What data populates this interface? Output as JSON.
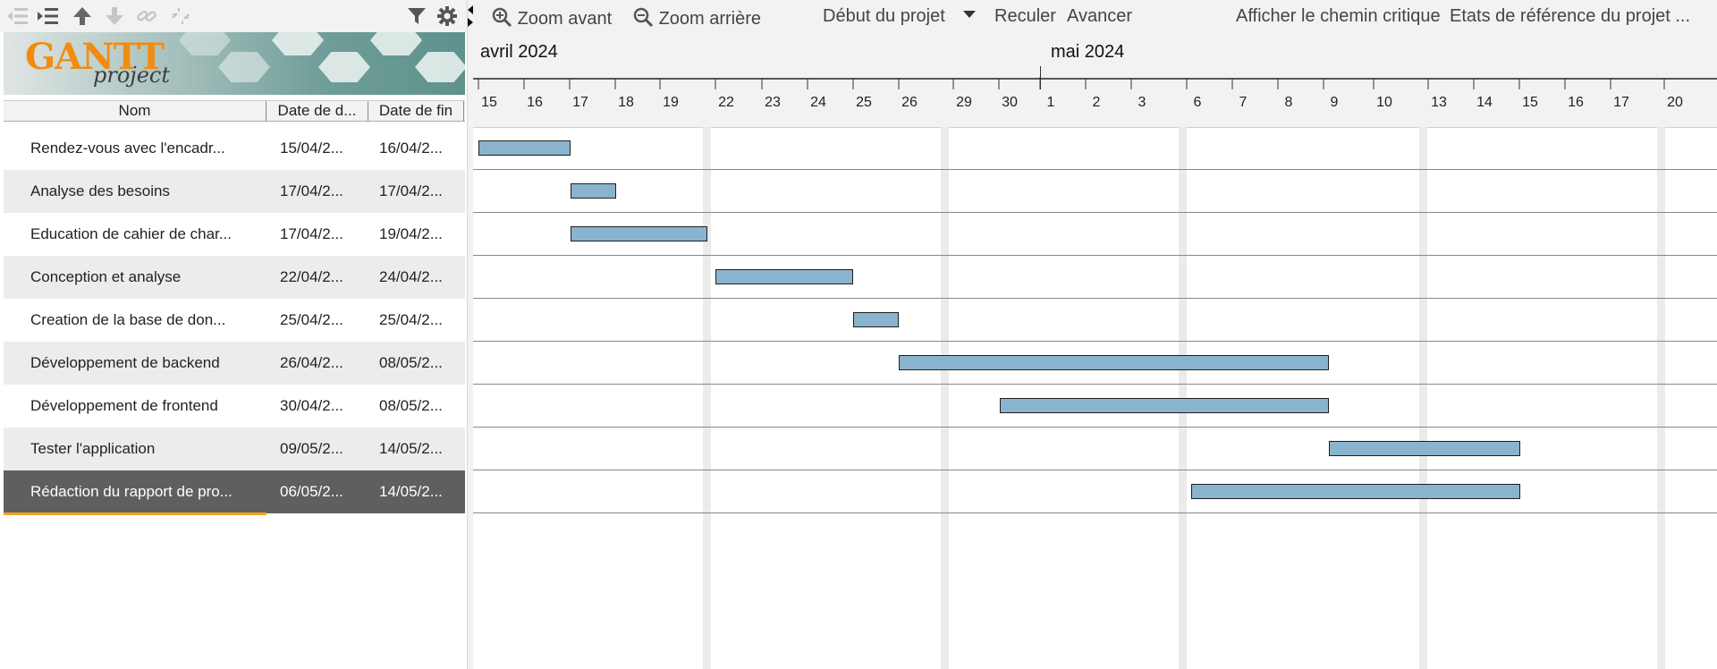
{
  "toolbar": {
    "icons": [
      "unindent-icon",
      "indent-icon",
      "arrow-up-icon",
      "arrow-down-icon",
      "link-icon",
      "unlink-icon",
      "filter-icon",
      "gear-icon"
    ]
  },
  "logo": {
    "brand": "GANTT",
    "sub": "project"
  },
  "columns": {
    "name": "Nom",
    "start": "Date de d...",
    "end": "Date de fin"
  },
  "tasks": [
    {
      "name": "Rendez-vous avec l'encadr...",
      "start": "15/04/2...",
      "end": "16/04/2..."
    },
    {
      "name": "Analyse des besoins",
      "start": "17/04/2...",
      "end": "17/04/2..."
    },
    {
      "name": "Education de cahier de char...",
      "start": "17/04/2...",
      "end": "19/04/2..."
    },
    {
      "name": "Conception et analyse",
      "start": "22/04/2...",
      "end": "24/04/2..."
    },
    {
      "name": "Creation de la base de don...",
      "start": "25/04/2...",
      "end": "25/04/2..."
    },
    {
      "name": "Développement de backend",
      "start": "26/04/2...",
      "end": "08/05/2..."
    },
    {
      "name": "Développement de frontend",
      "start": "30/04/2...",
      "end": "08/05/2..."
    },
    {
      "name": "Tester l'application",
      "start": "09/05/2...",
      "end": "14/05/2..."
    },
    {
      "name": "Rédaction du rapport de pro...",
      "start": "06/05/2...",
      "end": "14/05/2..."
    }
  ],
  "selected_task": "Rédaction du rapport de pro...",
  "chart_toolbar": {
    "zoom_in": "Zoom avant",
    "zoom_out": "Zoom arrière",
    "project_start": "Début du projet",
    "back": "Reculer",
    "forward": "Avancer",
    "critical_path": "Afficher le chemin critique",
    "baselines": "Etats de référence du projet ..."
  },
  "timeline": {
    "month1": "avril 2024",
    "month2": "mai 2024",
    "day_labels": [
      "15",
      "16",
      "17",
      "18",
      "19",
      "22",
      "23",
      "24",
      "25",
      "26",
      "29",
      "30",
      "1",
      "2",
      "3",
      "6",
      "7",
      "8",
      "9",
      "10",
      "13",
      "14",
      "15",
      "16",
      "17",
      "20"
    ]
  },
  "colors": {
    "bar": "#8ab3cd",
    "selected_row": "#5f5f5f",
    "accent": "#f2a51d"
  }
}
